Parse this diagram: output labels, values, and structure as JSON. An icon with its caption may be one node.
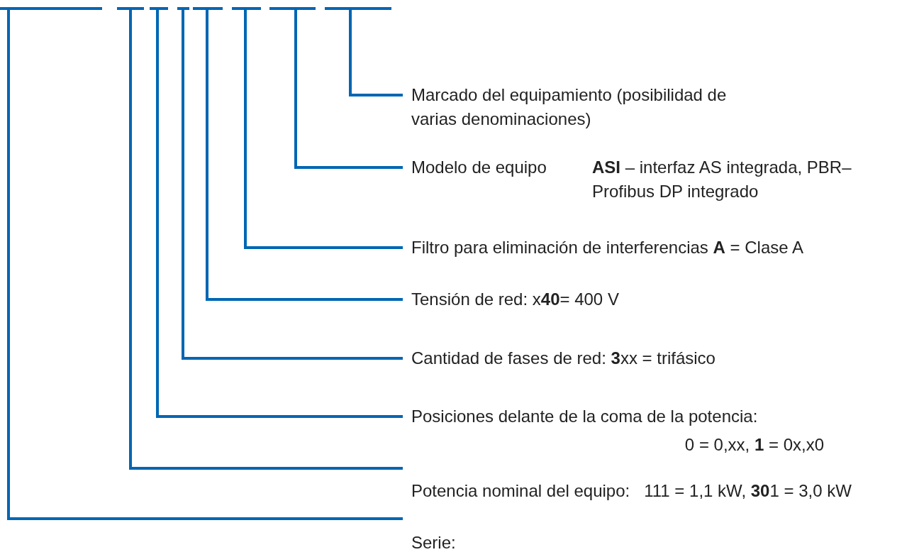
{
  "diagram": {
    "nodes": [
      {
        "text": [],
        "shape": "bar"
      },
      {
        "text": [],
        "shape": "bar"
      },
      {
        "text": [],
        "shape": "bar"
      },
      {
        "text": [],
        "shape": "bar"
      },
      {
        "text": [],
        "shape": "bar"
      },
      {
        "text": [],
        "shape": "bar"
      },
      {
        "text": [],
        "shape": "bar"
      },
      {
        "text": [],
        "shape": "bar"
      },
      {
        "text": [
          "Marcado del equipamiento (posibilidad de varias denominaciones)"
        ]
      },
      {
        "text": [
          "Modelo de equipo",
          "**ASI** – interfaz AS integrada, PBR– Profibus DP integrado"
        ]
      },
      {
        "text": [
          "Filtro para eliminación de interferencias **A** = Clase A"
        ]
      },
      {
        "text": [
          "Tensión de red: x**40**= 400 V"
        ]
      },
      {
        "text": [
          "Cantidad de fases de red: **3**xx = trifásico"
        ]
      },
      {
        "text": [
          "Posiciones delante de la coma de la potencia:",
          "0 = 0,xx, **1** = 0x,x0"
        ]
      },
      {
        "text": [
          "Potencia nominal del equipo:   111 = 1,1 kW, **30**1 = 3,0 kW"
        ]
      },
      {
        "text": [
          "Serie:"
        ]
      }
    ],
    "edges": [
      {
        "from": 7,
        "to": 8,
        "arrow": "none"
      },
      {
        "from": 6,
        "to": 9,
        "arrow": "none"
      },
      {
        "from": 5,
        "to": 10,
        "arrow": "none"
      },
      {
        "from": 4,
        "to": 11,
        "arrow": "none"
      },
      {
        "from": 3,
        "to": 12,
        "arrow": "none"
      },
      {
        "from": 2,
        "to": 13,
        "arrow": "none"
      },
      {
        "from": 1,
        "to": 14,
        "arrow": "none"
      },
      {
        "from": 0,
        "to": 15,
        "arrow": "none"
      }
    ]
  }
}
